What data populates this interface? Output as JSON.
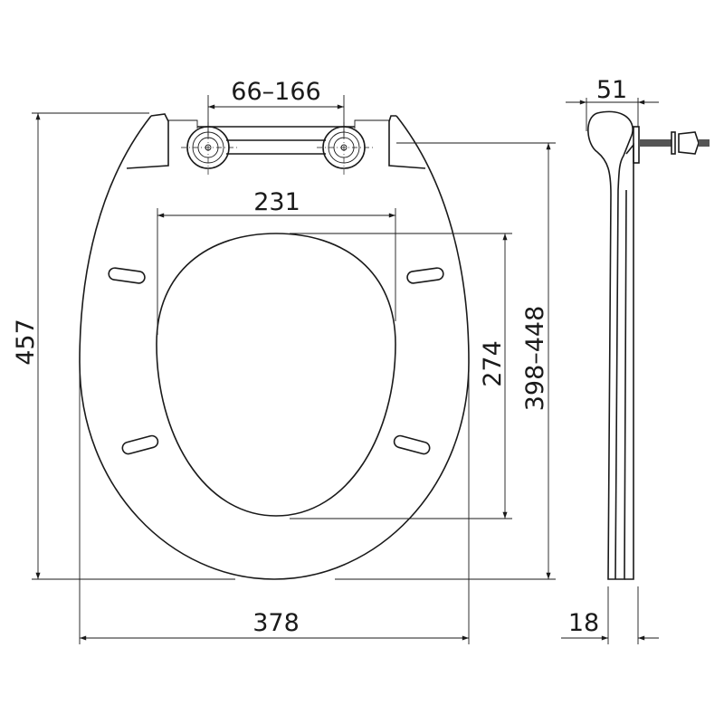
{
  "dimensions": {
    "hinge_spacing": "66–166",
    "inner_width": "231",
    "total_length": "457",
    "fixing_to_front": "398–448",
    "inner_length": "274",
    "total_width": "378",
    "hinge_depth": "51",
    "seat_thickness": "18"
  },
  "colors": {
    "line": "#1a1a1a",
    "background": "#ffffff"
  }
}
